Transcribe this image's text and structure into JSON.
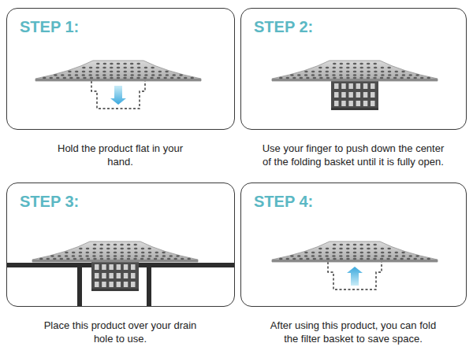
{
  "diagram": {
    "nodes": [
      {
        "text": [
          "STEP 1:",
          "Hold the product flat in your hand."
        ]
      },
      {
        "text": [
          "STEP 2:",
          "Use your finger to push down the center of the folding basket until it is fully open."
        ]
      },
      {
        "text": [
          "STEP 3:",
          "Place this product over your drain hole to use."
        ]
      },
      {
        "text": [
          "STEP 4:",
          "After using this product, you can fold the filter basket to save space."
        ]
      }
    ]
  }
}
